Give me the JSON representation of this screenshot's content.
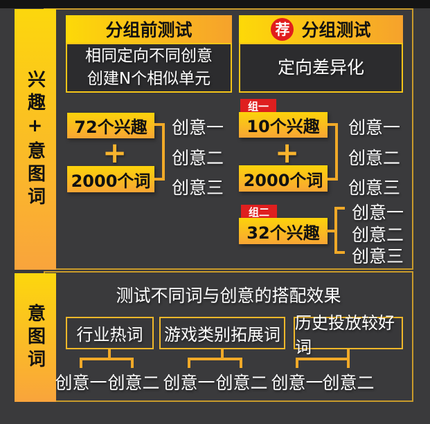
{
  "colors": {
    "background": "#3a3a3c",
    "top_strip": "#141414",
    "yellow": "#fcd70d",
    "orange": "#f8a534",
    "red_badge": "#e11d1d",
    "red_tag": "#df1f1f",
    "box_border": "#f5c518",
    "line": "#f0a928",
    "frame_border": "#c99b2b"
  },
  "sidebar": {
    "top_label": "兴趣+意图词",
    "bottom_label": "意图词"
  },
  "top_left": {
    "header": "分组前测试",
    "desc_line1": "相同定向不同创意",
    "desc_line2": "创建N个相似单元",
    "interest_box": "72个兴趣",
    "plus": "+",
    "words_box": "2000个词",
    "creatives": [
      "创意一",
      "创意二",
      "创意三"
    ]
  },
  "top_right": {
    "badge": "荐",
    "header": "分组测试",
    "desc": "定向差异化",
    "group1": {
      "tag": "组一",
      "interest_box": "10个兴趣",
      "plus": "+",
      "words_box": "2000个词",
      "creatives": [
        "创意一",
        "创意二",
        "创意三"
      ]
    },
    "group2": {
      "tag": "组二",
      "interest_box": "32个兴趣",
      "creatives": [
        "创意一",
        "创意二",
        "创意三"
      ]
    }
  },
  "bottom": {
    "title": "测试不同词与创意的搭配效果",
    "groups": [
      {
        "box": "行业热词",
        "creatives": [
          "创意一",
          "创意二"
        ]
      },
      {
        "box": "游戏类别拓展词",
        "creatives": [
          "创意一",
          "创意二"
        ]
      },
      {
        "box": "历史投放较好词",
        "creatives": [
          "创意一",
          "创意二"
        ]
      }
    ]
  }
}
